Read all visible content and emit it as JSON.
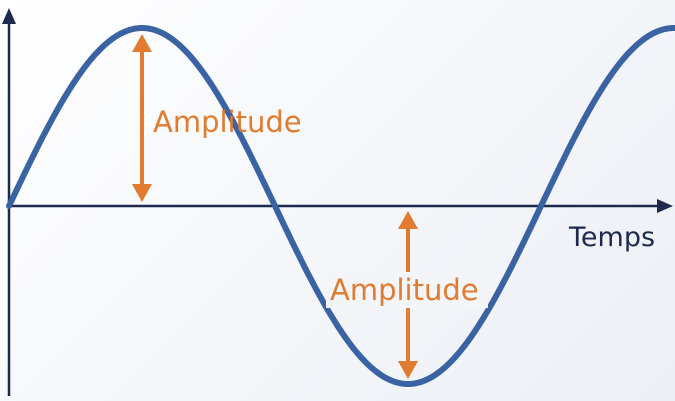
{
  "diagram": {
    "time_axis_label": "Temps",
    "amplitude_label_top": "Amplitude",
    "amplitude_label_bottom": "Amplitude"
  },
  "colors": {
    "wave": "#3a63a3",
    "axis": "#1c2a4e",
    "amplitude": "#e07b2f",
    "axis_text": "#1c2a4e"
  }
}
